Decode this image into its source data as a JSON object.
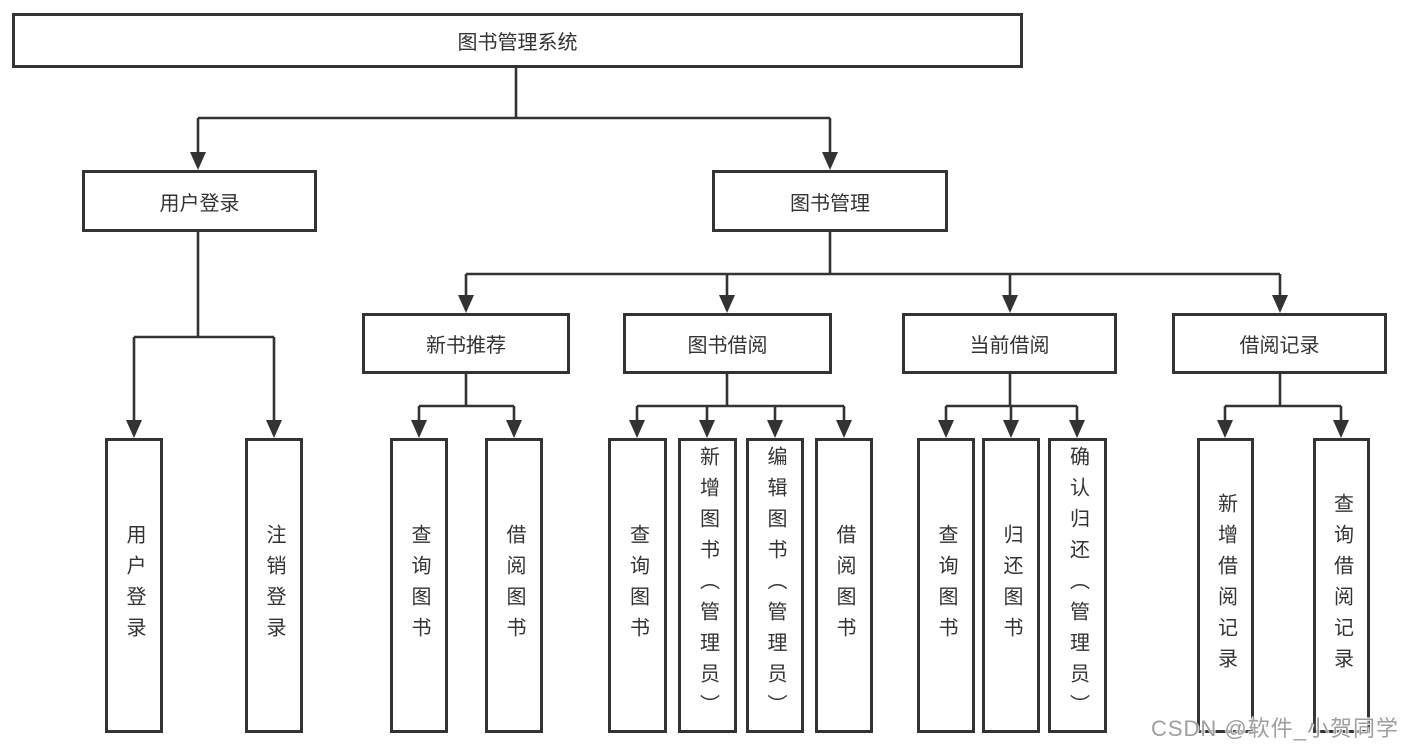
{
  "tree": {
    "label": "图书管理系统",
    "children": [
      {
        "label": "用户登录",
        "children": [
          {
            "label": "用户登录"
          },
          {
            "label": "注销登录"
          }
        ]
      },
      {
        "label": "图书管理",
        "children": [
          {
            "label": "新书推荐",
            "children": [
              {
                "label": "查询图书"
              },
              {
                "label": "借阅图书"
              }
            ]
          },
          {
            "label": "图书借阅",
            "children": [
              {
                "label": "查询图书"
              },
              {
                "label": "新增图书（管理员）"
              },
              {
                "label": "编辑图书（管理员）"
              },
              {
                "label": "借阅图书"
              }
            ]
          },
          {
            "label": "当前借阅",
            "children": [
              {
                "label": "查询图书"
              },
              {
                "label": "归还图书"
              },
              {
                "label": "确认归还（管理员）"
              }
            ]
          },
          {
            "label": "借阅记录",
            "children": [
              {
                "label": "新增借阅记录"
              },
              {
                "label": "查询借阅记录"
              }
            ]
          }
        ]
      }
    ]
  },
  "watermark": {
    "text": "CSDN @软件_小贺同学"
  },
  "colors": {
    "line": "#333333",
    "text": "#333333",
    "watermark": "#9e9e9e",
    "background": "#ffffff"
  }
}
